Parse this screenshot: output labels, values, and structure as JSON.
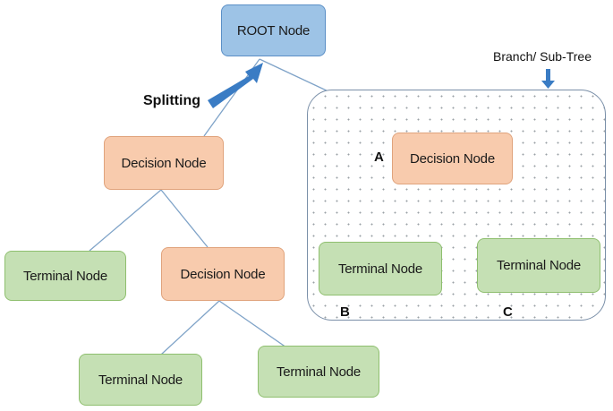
{
  "root": {
    "label": "ROOT Node"
  },
  "left_decision": {
    "label": "Decision Node"
  },
  "left_terminal": {
    "label": "Terminal Node"
  },
  "mid_decision": {
    "label": "Decision Node"
  },
  "bottom_terminal_1": {
    "label": "Terminal Node"
  },
  "bottom_terminal_2": {
    "label": "Terminal Node"
  },
  "subtree": {
    "caption": "Branch/ Sub-Tree",
    "decision": {
      "label": "Decision Node",
      "marker": "A"
    },
    "terminal_left": {
      "label": "Terminal Node",
      "marker": "B"
    },
    "terminal_right": {
      "label": "Terminal Node",
      "marker": "C"
    }
  },
  "splitting": {
    "label": "Splitting"
  },
  "colors": {
    "root_fill": "#9dc3e6",
    "decision_fill": "#f8cbad",
    "terminal_fill": "#c5e0b4",
    "edge": "#7fa3c8",
    "arrow": "#3a7cc4"
  }
}
